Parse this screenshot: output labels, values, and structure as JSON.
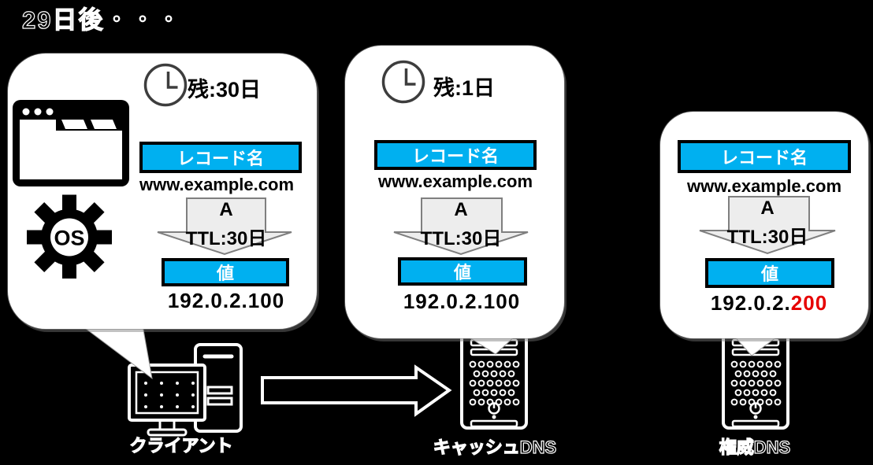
{
  "title": "29日後・・・",
  "colors": {
    "background": "#000000",
    "accent_cyan": "#00B0F0",
    "highlight_red": "#E60000",
    "bubble_fill": "#FFFFFF",
    "ttl_arrow_fill": "#EDEDED",
    "ttl_arrow_border": "#7F7F7F"
  },
  "bubbles": [
    {
      "node": "client",
      "timer": "残:30日",
      "record_label": "レコード名",
      "record_name": "www.example.com",
      "rtype": "A",
      "ttl": "TTL:30日",
      "value_label": "値",
      "value": "192.0.2.100",
      "os_label": "OS"
    },
    {
      "node": "cache-dns",
      "timer": "残:1日",
      "record_label": "レコード名",
      "record_name": "www.example.com",
      "rtype": "A",
      "ttl": "TTL:30日",
      "value_label": "値",
      "value": "192.0.2.100"
    },
    {
      "node": "authoritative-dns",
      "record_label": "レコード名",
      "record_name": "www.example.com",
      "rtype": "A",
      "ttl": "TTL:30日",
      "value_label": "値",
      "value_prefix": "192.0.2.",
      "value_highlight": "200"
    }
  ],
  "nodes": [
    {
      "label": "クライアント"
    },
    {
      "label": "キャッシュDNS"
    },
    {
      "label": "権威DNS"
    }
  ]
}
